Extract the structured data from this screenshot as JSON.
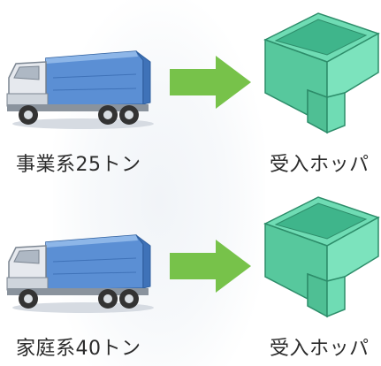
{
  "rows": [
    {
      "truck_label": "事業系25トン",
      "hopper_label": "受入ホッパ"
    },
    {
      "truck_label": "家庭系40トン",
      "hopper_label": "受入ホッパ"
    }
  ],
  "colors": {
    "truck_body": "#5b8fd4",
    "truck_cab": "#e6e9ee",
    "arrow": "#77c24a",
    "hopper": "#5fd0a6"
  },
  "icons": [
    "garbage-truck-icon",
    "right-arrow-icon",
    "hopper-icon"
  ]
}
